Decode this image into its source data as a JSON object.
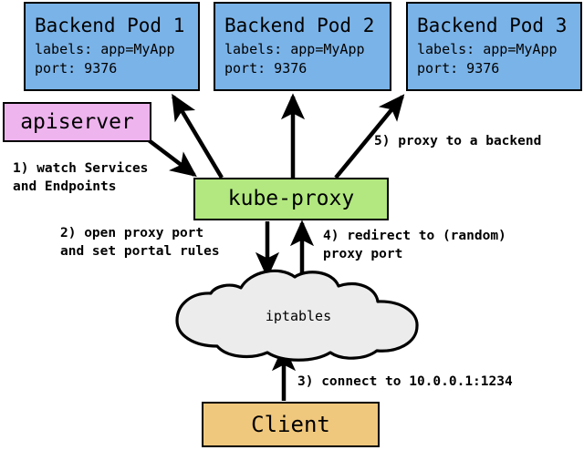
{
  "diagram": {
    "title": "kube-proxy service proxying flow",
    "colors": {
      "pod": "#7ab3e8",
      "apiserver": "#eeb4ee",
      "kube_proxy": "#b2e87f",
      "client": "#f0c87d",
      "cloud": "#ececec",
      "stroke": "#000000",
      "background": "#ffffff"
    },
    "pods": [
      {
        "title": "Backend Pod 1",
        "labels_line": "labels: app=MyApp",
        "port_line": "port: 9376"
      },
      {
        "title": "Backend Pod 2",
        "labels_line": "labels: app=MyApp",
        "port_line": "port: 9376"
      },
      {
        "title": "Backend Pod 3",
        "labels_line": "labels: app=MyApp",
        "port_line": "port: 9376"
      }
    ],
    "apiserver": {
      "label": "apiserver"
    },
    "kube_proxy": {
      "label": "kube-proxy"
    },
    "iptables": {
      "label": "iptables"
    },
    "client": {
      "label": "Client"
    },
    "steps": [
      {
        "id": "step1",
        "text": "1) watch Services\nand Endpoints"
      },
      {
        "id": "step2",
        "text": "2) open proxy port\nand set portal rules"
      },
      {
        "id": "step3",
        "text": "3) connect to 10.0.0.1:1234"
      },
      {
        "id": "step4",
        "text": "4) redirect to (random)\nproxy port"
      },
      {
        "id": "step5",
        "text": "5) proxy to a backend"
      }
    ]
  }
}
